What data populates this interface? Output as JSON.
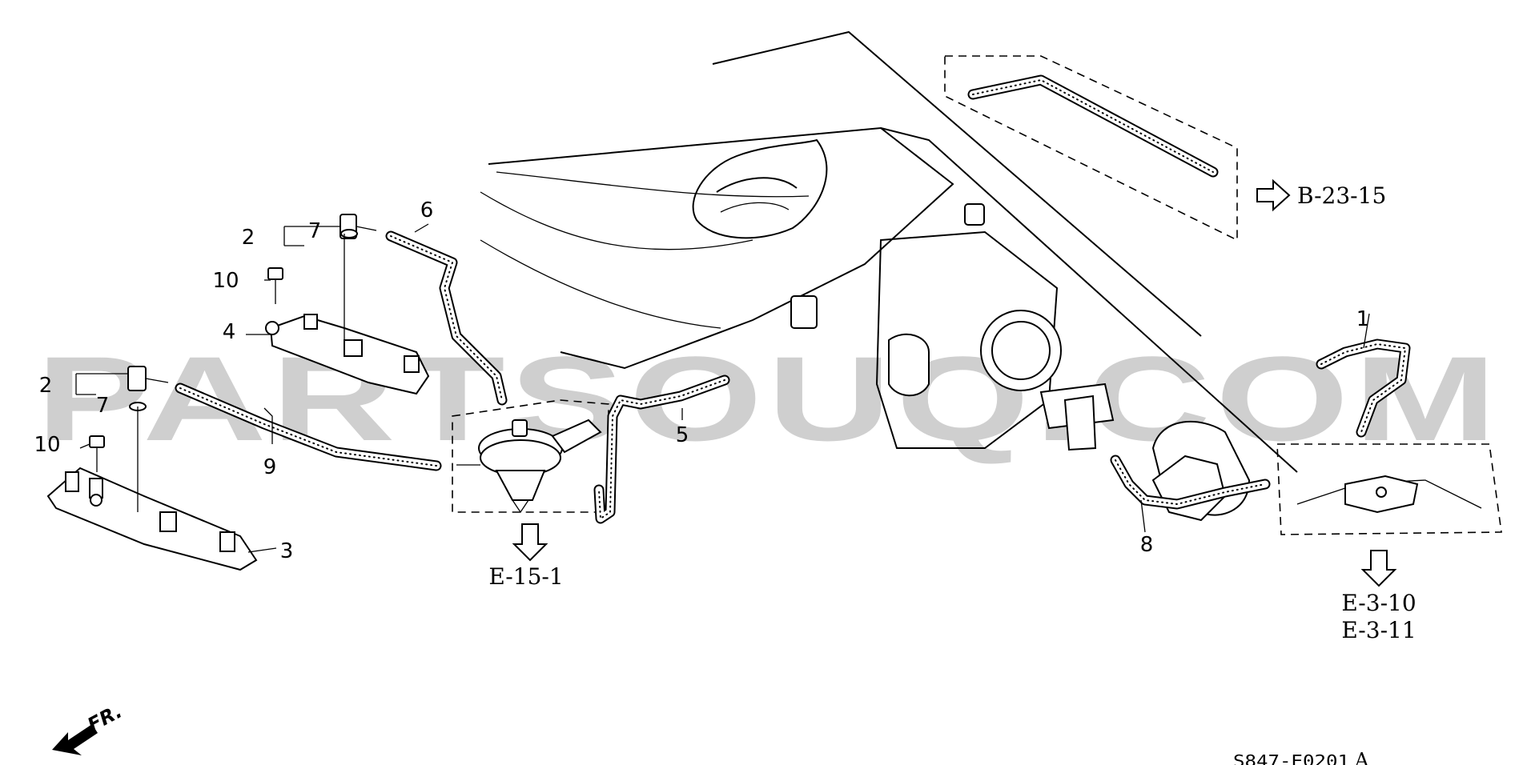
{
  "watermark": "PARTSOUQ.COM",
  "callouts": {
    "c1": "1",
    "c2a": "2",
    "c2b": "2",
    "c3": "3",
    "c4": "4",
    "c5": "5",
    "c6": "6",
    "c7a": "7",
    "c7b": "7",
    "c8": "8",
    "c9": "9",
    "c10a": "10",
    "c10b": "10"
  },
  "references": {
    "b_23_15": "B-23-15",
    "e_15_1": "E-15-1",
    "e_3_10": "E-3-10",
    "e_3_11": "E-3-11"
  },
  "front_label": "FR.",
  "diagram_code": "S847-E0201",
  "diagram_code_suffix": "A"
}
